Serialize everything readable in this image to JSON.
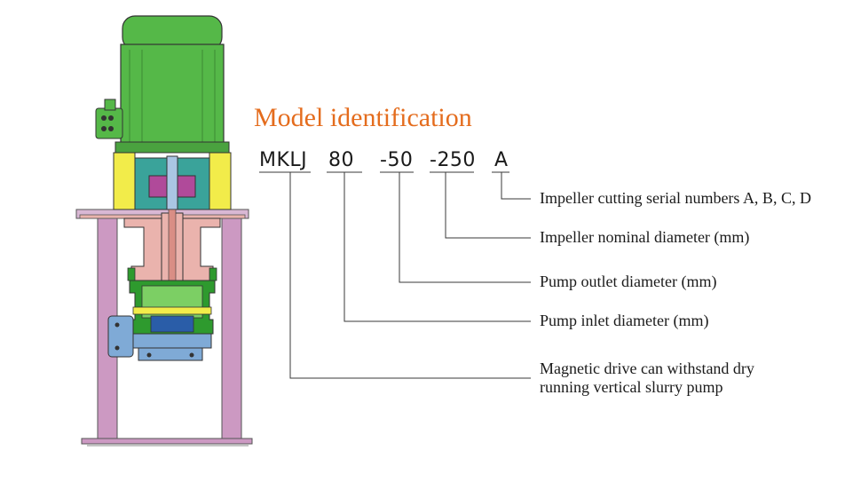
{
  "title": "Model identification",
  "model_code": {
    "series": "MKLJ",
    "inlet": "80",
    "outlet": "-50",
    "impeller_diameter": "-250",
    "cut_code": "A"
  },
  "descriptions": {
    "cut_code": "Impeller cutting serial numbers A, B, C, D",
    "impeller_diameter": "Impeller nominal diameter (mm)",
    "outlet": "Pump outlet diameter (mm)",
    "inlet": "Pump inlet diameter (mm)",
    "series_line1": "Magnetic drive can withstand dry",
    "series_line2": "running vertical slurry pump"
  },
  "colors": {
    "title": "#e46c1d",
    "motor": "#55b848",
    "frame": "#cc99c2",
    "casing": "#2e9a2e",
    "bearing_housing": "#eab3ad",
    "coupling_guard": "#f2ec4a",
    "pump_body": "#7faad6"
  }
}
